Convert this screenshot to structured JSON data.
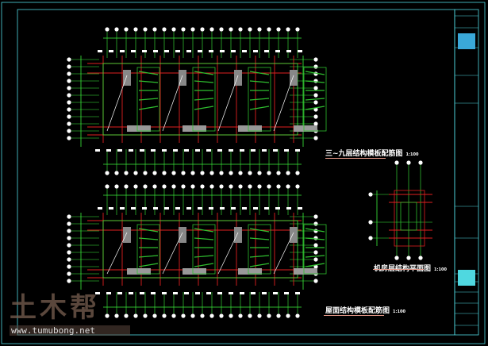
{
  "drawing": {
    "plans": [
      {
        "title": "三~九层结构模板配筋图",
        "scale": "1:100"
      },
      {
        "title": "屋面结构模板配筋图",
        "scale": "1:100"
      },
      {
        "title": "机房层结构平面图",
        "scale": "1:100"
      }
    ],
    "colors": {
      "frame": "#4fd8e0",
      "axis": "#3cf03c",
      "wall": "#e02020",
      "text": "#ffffff"
    }
  },
  "watermark": {
    "logo": "土木帮",
    "url": "www.tumubong.net"
  }
}
